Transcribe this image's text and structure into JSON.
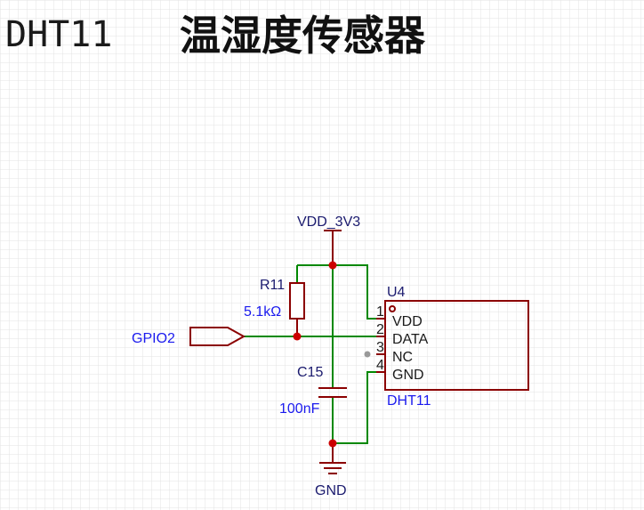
{
  "title": {
    "part_number": "DHT11",
    "description": "温湿度传感器"
  },
  "power": {
    "net_label": "VDD_3V3"
  },
  "ground": {
    "net_label": "GND"
  },
  "resistor": {
    "designator": "R11",
    "value": "5.1kΩ"
  },
  "capacitor": {
    "designator": "C15",
    "value": "100nF"
  },
  "signal": {
    "net_label": "GPIO2"
  },
  "sensor": {
    "designator": "U4",
    "part_name": "DHT11",
    "pins": [
      {
        "number": "1",
        "name": "VDD"
      },
      {
        "number": "2",
        "name": "DATA"
      },
      {
        "number": "3",
        "name": "NC"
      },
      {
        "number": "4",
        "name": "GND"
      }
    ]
  },
  "colors": {
    "wire": "#008800",
    "component": "#8b0000",
    "junction": "#cc0000",
    "label_blue": "#1a1aee",
    "label_navy": "#1a1a6e",
    "grid": "#e3e3e3"
  }
}
